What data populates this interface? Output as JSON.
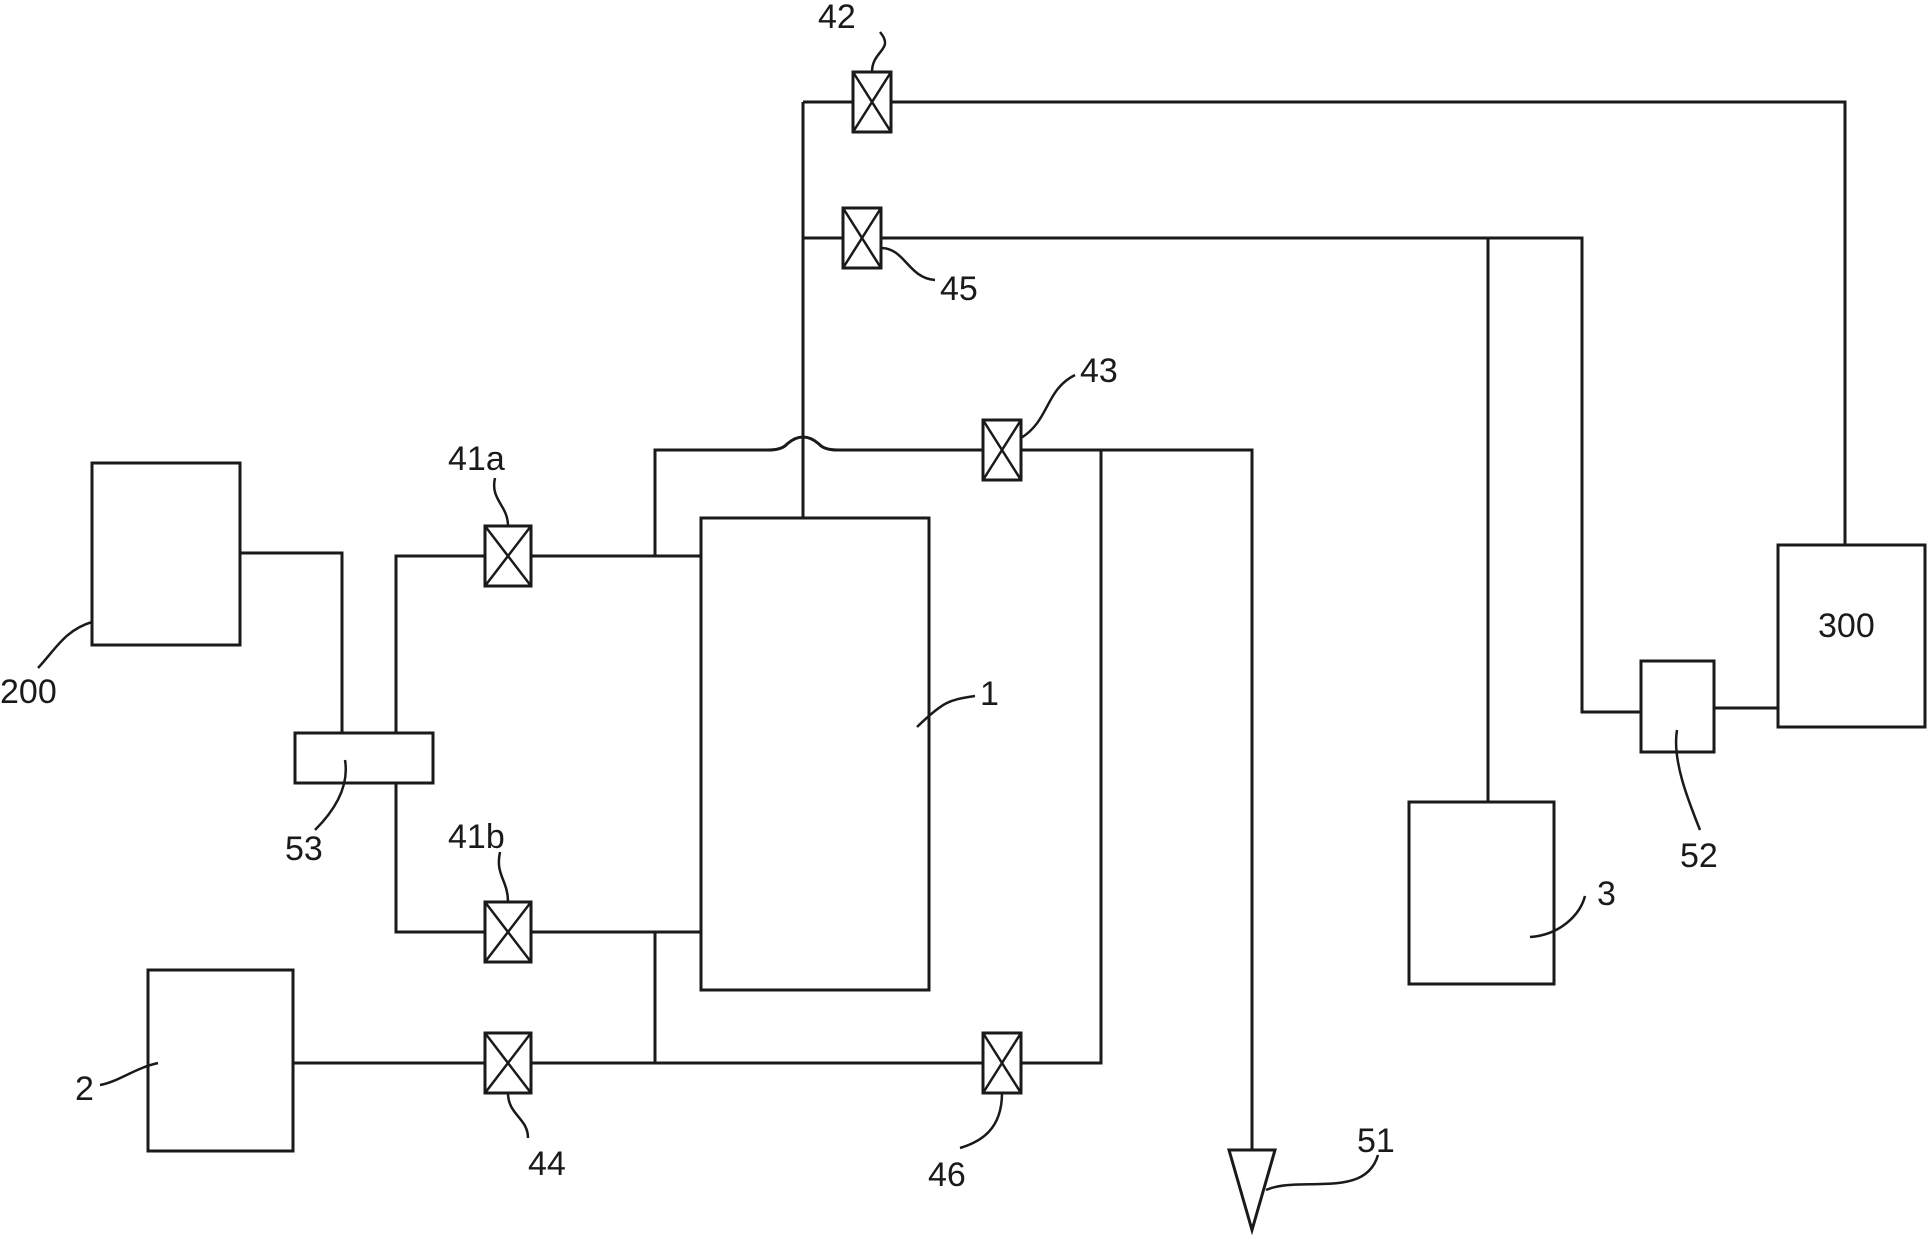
{
  "components": {
    "c1": "1",
    "c2": "2",
    "c3": "3",
    "c200": "200",
    "c300": "300"
  },
  "valves": {
    "v41a": "41a",
    "v41b": "41b",
    "v42": "42",
    "v43": "43",
    "v44": "44",
    "v45": "45",
    "v46": "46"
  },
  "devices": {
    "d51": "51",
    "d52": "52",
    "d53": "53"
  }
}
